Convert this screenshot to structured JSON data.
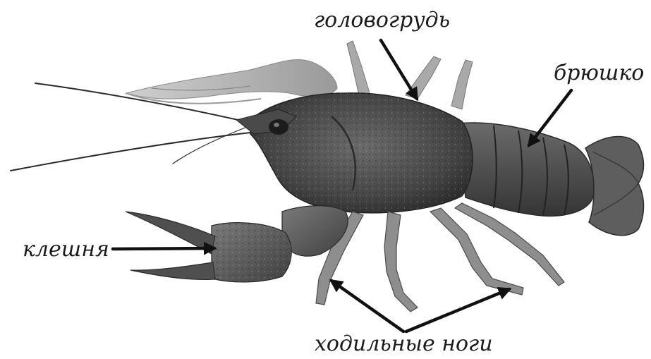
{
  "labels": {
    "cephalothorax": "головогрудь",
    "abdomen": "брюшко",
    "claw": "клешня",
    "walking_legs": "ходильные ноги"
  },
  "colors": {
    "shell_dark": "#3a3a3a",
    "shell_mid": "#5b5b5b",
    "shell_light": "#8a8a8a",
    "claw_pale": "#b8b8b8",
    "arrow": "#111111",
    "text": "#1a1a1a"
  }
}
